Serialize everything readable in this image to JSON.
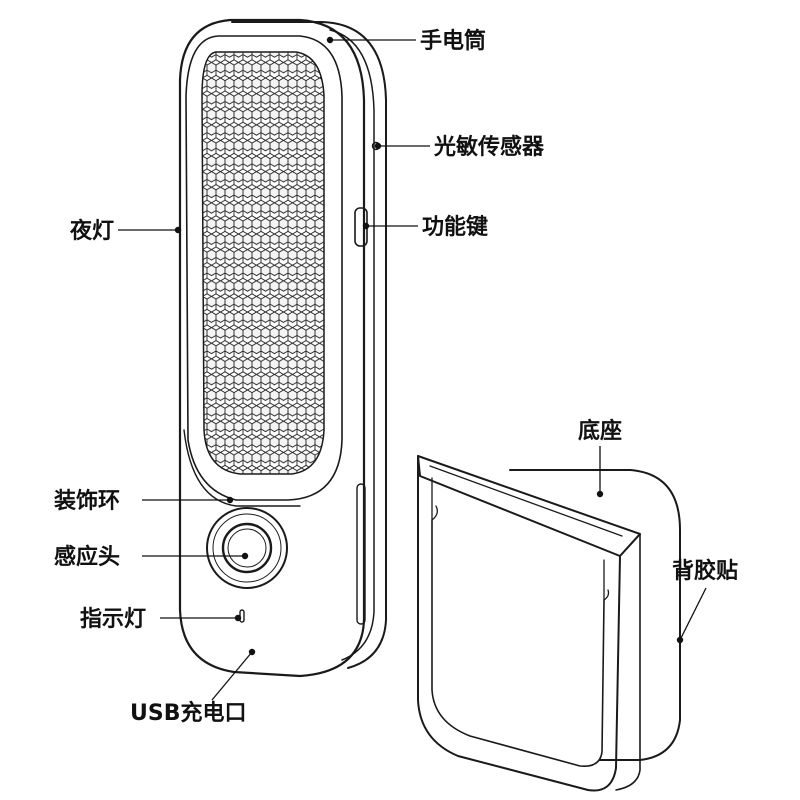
{
  "labels": {
    "flashlight": "手电筒",
    "light_sensor": "光敏传感器",
    "function_key": "功能键",
    "night_light": "夜灯",
    "base": "底座",
    "decorative_ring": "装饰环",
    "sensor_head": "感应头",
    "back_sticker": "背胶贴",
    "indicator": "指示灯",
    "usb_port": "USB充电口"
  }
}
